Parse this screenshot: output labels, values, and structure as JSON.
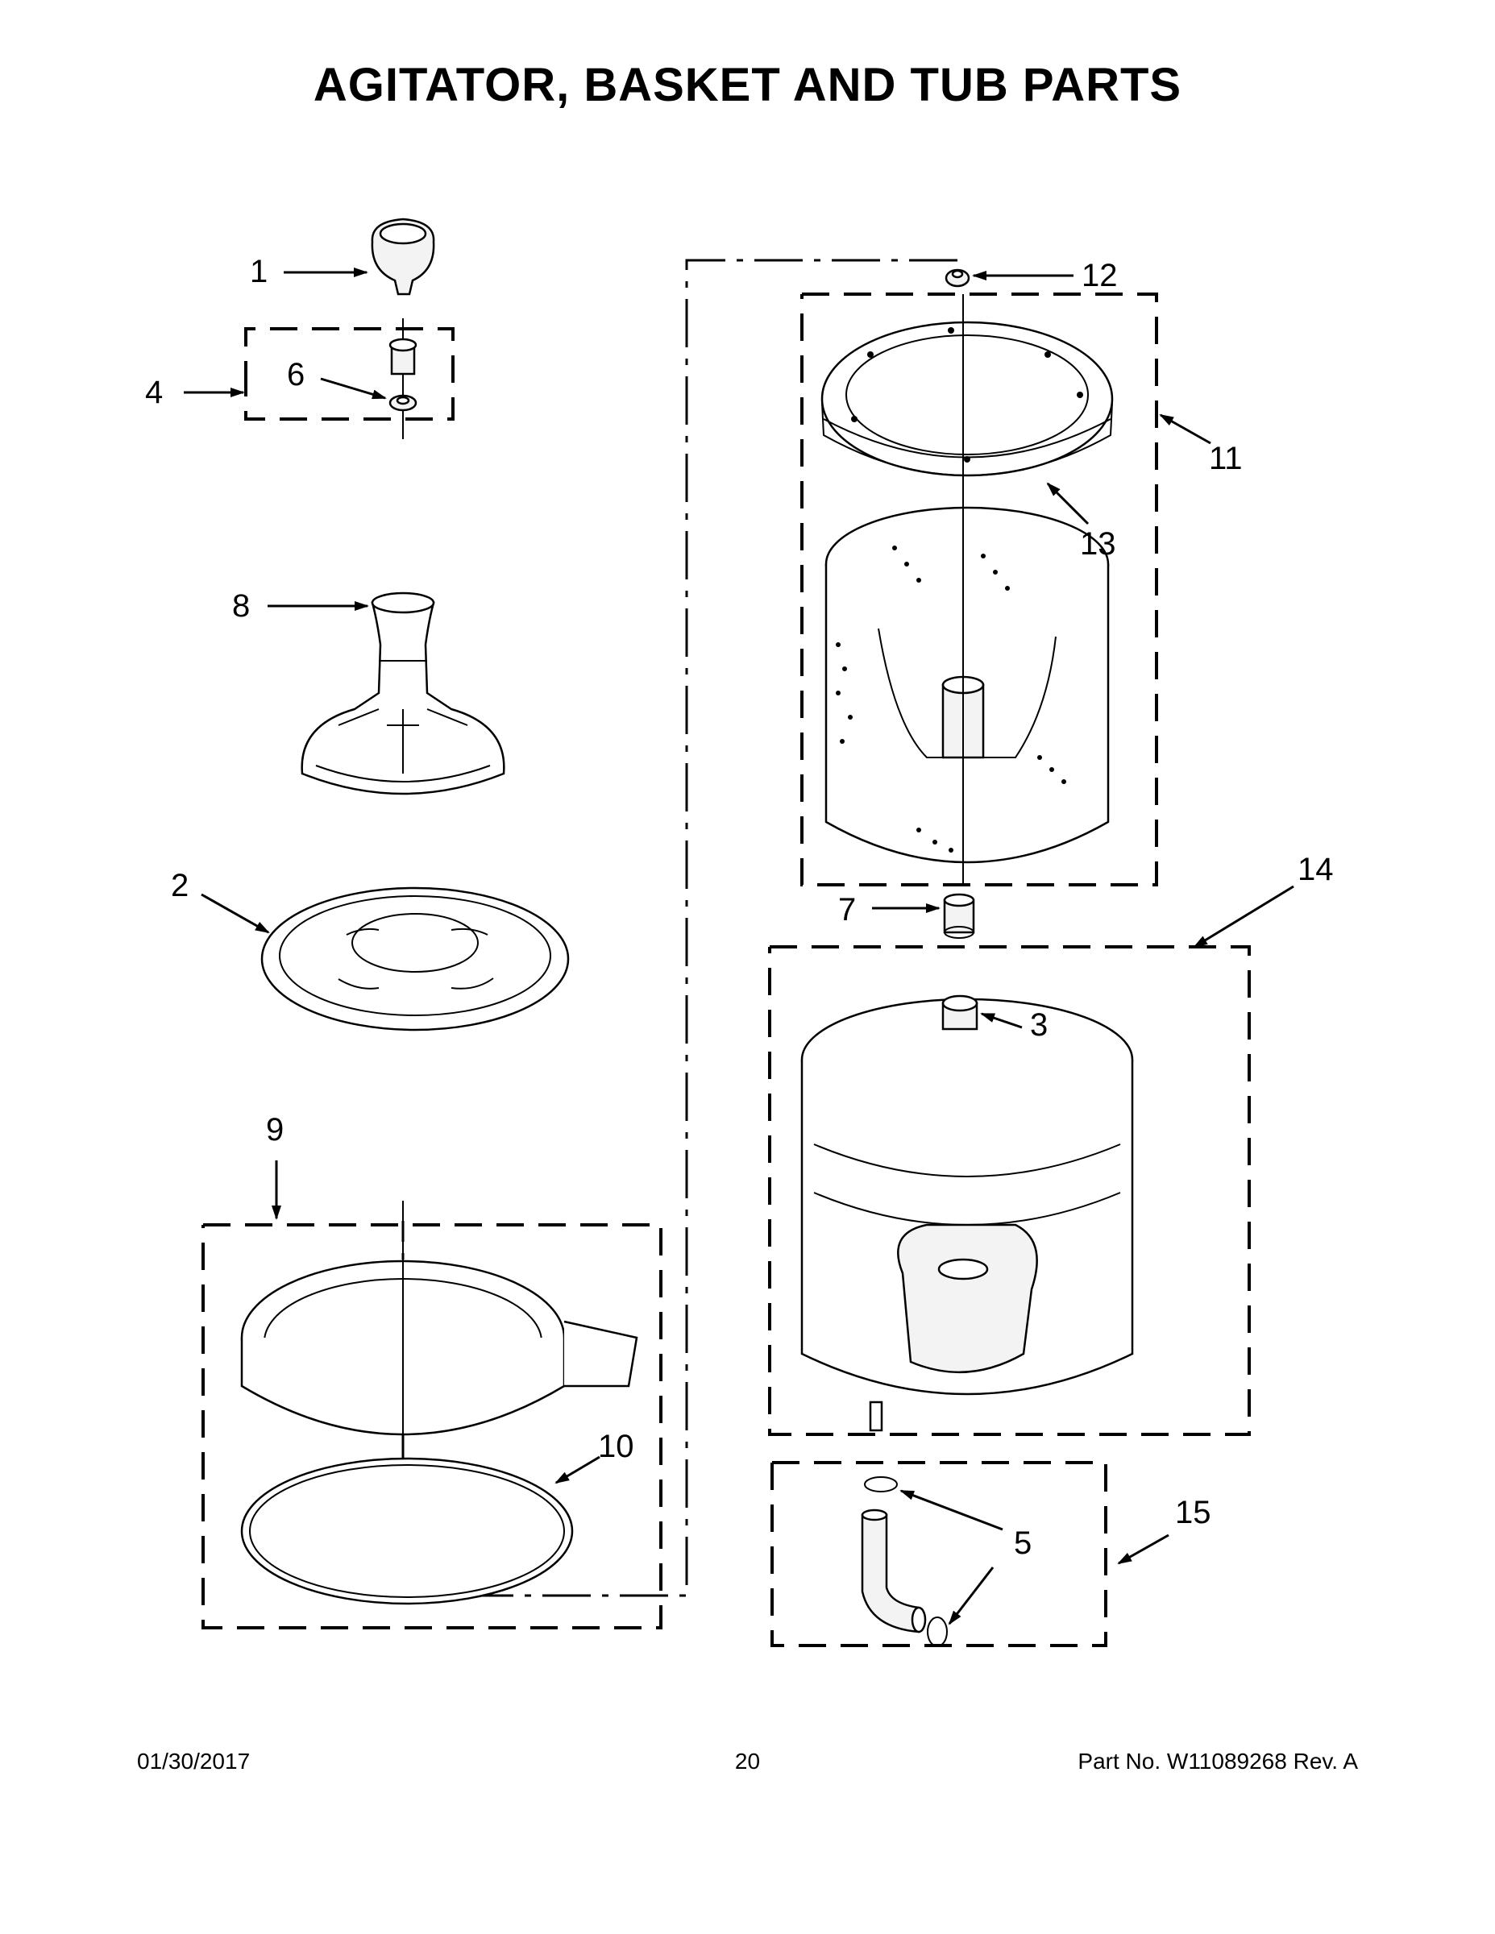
{
  "title": "AGITATOR, BASKET AND TUB PARTS",
  "callouts": {
    "c1": "1",
    "c2": "2",
    "c3": "3",
    "c4": "4",
    "c5": "5",
    "c6": "6",
    "c7": "7",
    "c8": "8",
    "c9": "9",
    "c10": "10",
    "c11": "11",
    "c12": "12",
    "c13": "13",
    "c14": "14",
    "c15": "15"
  },
  "footer": {
    "date": "01/30/2017",
    "page": "20",
    "part": "Part No.  W11089268  Rev.  A"
  }
}
